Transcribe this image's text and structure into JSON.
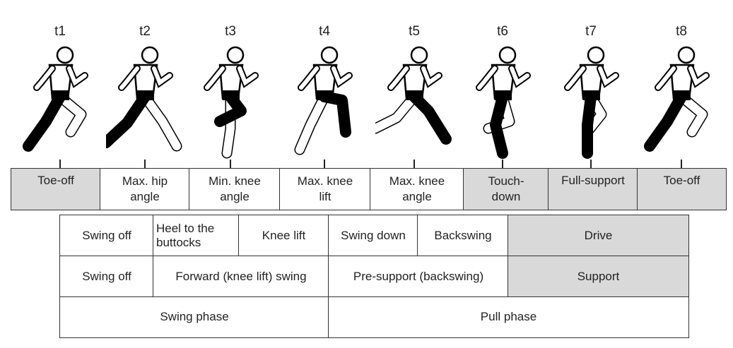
{
  "time_points": [
    "t1",
    "t2",
    "t3",
    "t4",
    "t5",
    "t6",
    "t7",
    "t8"
  ],
  "events": [
    {
      "label": "Toe-off",
      "shaded": true
    },
    {
      "label": "Max. hip angle",
      "shaded": false
    },
    {
      "label": "Min. knee angle",
      "shaded": false
    },
    {
      "label": "Max. knee lift",
      "shaded": false
    },
    {
      "label": "Max. knee angle",
      "shaded": false
    },
    {
      "label": "Touch-down",
      "shaded": true
    },
    {
      "label": "Full-support",
      "shaded": true
    },
    {
      "label": "Toe-off",
      "shaded": true
    }
  ],
  "row1": [
    "Swing off",
    "Heel to the buttocks",
    "Knee lift",
    "Swing down",
    "Backswing",
    "Drive"
  ],
  "row2": [
    "Swing off",
    "Forward (knee lift) swing",
    "Pre-support (backswing)",
    "Support"
  ],
  "row3": [
    "Swing phase",
    "Pull phase"
  ],
  "colors": {
    "shaded": "#d9d9d9",
    "line": "#333333"
  }
}
